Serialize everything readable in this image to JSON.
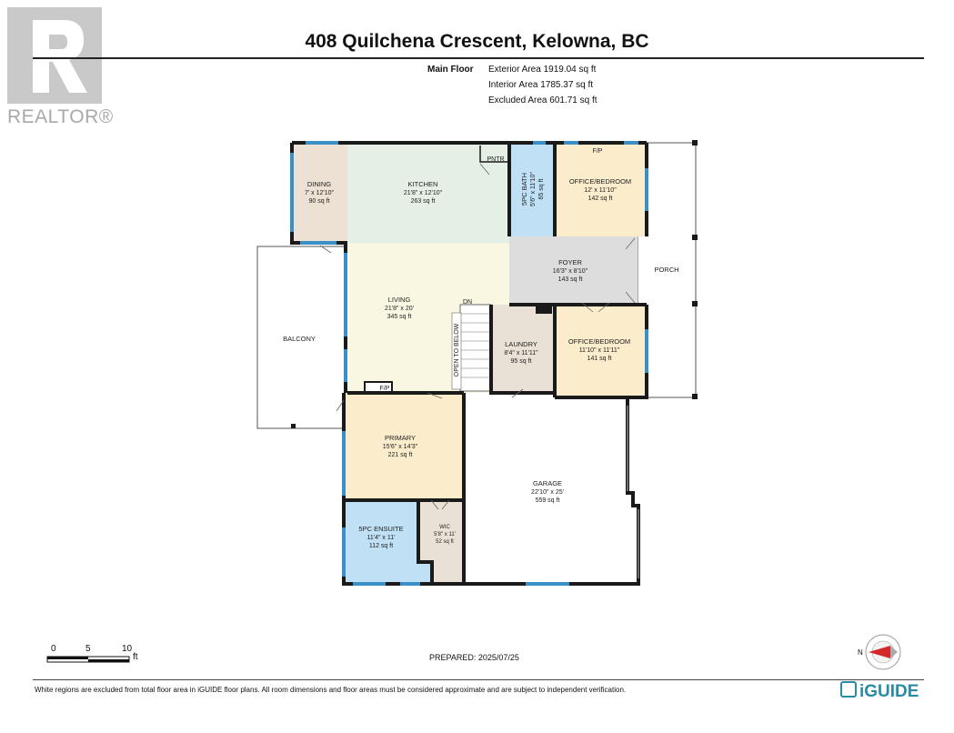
{
  "header": {
    "logo_label": "REALTOR®",
    "title": "408 Quilchena Crescent, Kelowna, BC",
    "floor_name": "Main Floor",
    "exterior_area": "Exterior Area 1919.04 sq ft",
    "interior_area": "Interior Area 1785.37 sq ft",
    "excluded_area": "Excluded Area 601.71 sq ft"
  },
  "rooms": {
    "dining": {
      "name": "DINING",
      "dims": "7' x 12'10\"",
      "area": "90 sq ft"
    },
    "kitchen": {
      "name": "KITCHEN",
      "dims": "21'8\" x 12'10\"",
      "area": "263 sq ft"
    },
    "pantry": {
      "name": "PNTR"
    },
    "bath": {
      "name": "5PC BATH",
      "dims": "5'6\" x 11'10\"",
      "area": "65 sq ft"
    },
    "office_top": {
      "name": "OFFICE/BEDROOM",
      "dims": "12' x 11'10\"",
      "area": "142 sq ft"
    },
    "fp_top": {
      "name": "F/P"
    },
    "porch": {
      "name": "PORCH"
    },
    "foyer": {
      "name": "FOYER",
      "dims": "16'3\" x 8'10\"",
      "area": "143 sq ft"
    },
    "living": {
      "name": "LIVING",
      "dims": "21'8\" x 20'",
      "area": "345 sq ft"
    },
    "dn": {
      "name": "DN"
    },
    "open_below": {
      "name": "OPEN TO BELOW"
    },
    "laundry": {
      "name": "LAUNDRY",
      "dims": "8'4\" x 11'11\"",
      "area": "95 sq ft"
    },
    "office_bottom": {
      "name": "OFFICE/BEDROOM",
      "dims": "11'10\" x 11'11\"",
      "area": "141 sq ft"
    },
    "balcony": {
      "name": "BALCONY"
    },
    "fp_living": {
      "name": "F/P"
    },
    "primary": {
      "name": "PRIMARY",
      "dims": "15'6\" x 14'3\"",
      "area": "221 sq ft"
    },
    "garage": {
      "name": "GARAGE",
      "dims": "22'10\" x 25'",
      "area": "559 sq ft"
    },
    "ensuite": {
      "name": "5PC ENSUITE",
      "dims": "11'4\" x 11'",
      "area": "112 sq ft"
    },
    "wic": {
      "name": "WIC",
      "dims": "5'8\" x 11'",
      "area": "52 sq ft"
    }
  },
  "scale": {
    "ticks": [
      "0",
      "5",
      "10"
    ],
    "unit": "ft"
  },
  "compass": {
    "label": "N"
  },
  "footer": {
    "prepared": "PREPARED: 2025/07/25",
    "disclaimer": "White regions are excluded from total floor area in iGUIDE floor plans. All room dimensions and floor areas must be considered approximate and are subject to independent verification.",
    "brand": "iGUIDE"
  },
  "colors": {
    "wall": "#1a1a1a",
    "window": "#3a8fc7",
    "dining": "#ece1d3",
    "kitchen": "#e6efe6",
    "bath": "#bfe0f5",
    "office": "#fbeccc",
    "foyer": "#dddddd",
    "living": "#f9f7e2",
    "laundry": "#e9e1d6",
    "primary": "#fbeccc",
    "ensuite": "#bfe0f5",
    "wic": "#e9e1d6",
    "brand": "#2a8ba5"
  }
}
